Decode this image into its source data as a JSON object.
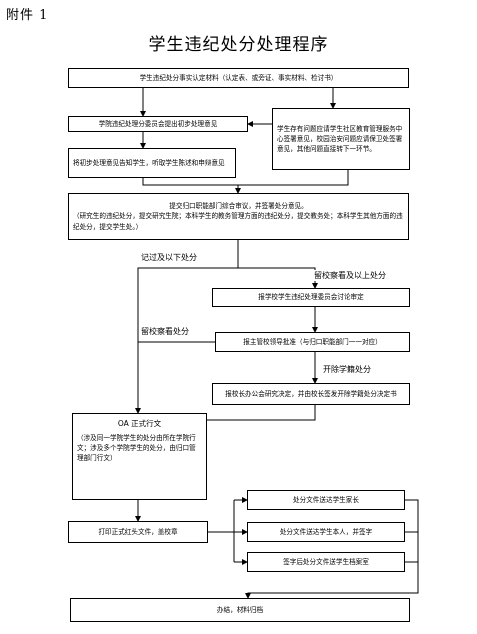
{
  "header": {
    "attachment": "附件 1",
    "title": "学生违纪处分处理程序"
  },
  "nodes": {
    "n1": "学生违纪处分事实认定材料（认定表、或旁证、事实材料、检讨书）",
    "n2": "学院违纪处理分委员会提出初步处理意见",
    "n3": "学生存有问题应请学生社区教育管理服务中心签署意见，校园治安问题应请保卫处签署意见，其他问题直接转下一环节。",
    "n4": "将初步处理意见告知学生，听取学生陈述和申辩意见",
    "n5": "提交归口职能部门综合审议，并签署处分意见。",
    "n5b": "（研究生的违纪处分，提交研究生院；本科学生的教务管理方面的违纪处分，提交教务处；本科学生其他方面的违纪处分，提交学生处。）",
    "n6": "报学校学生违纪处理委员会讨论审定",
    "n7": "报主管校领导批准（与归口职能部门一一对应）",
    "n8": "报校长办公会研究决定，并由校长签发开除学籍处分决定书",
    "n9_title": "OA 正式行文",
    "n9": "（涉及同一学院学生的处分由所在学院行文；涉及多个学院学生的处分，由归口管理部门行文）",
    "n10": "打印正式红头文件，盖校章",
    "n11": "处分文件送达学生家长",
    "n12": "处分文件送达学生本人，并签字",
    "n13": "签字后处分文件送学生档案室",
    "n14": "办结，材料归档"
  },
  "edge_labels": {
    "l1": "记过及以下处分",
    "l2": "留校察看及以上处分",
    "l3": "留校察看处分",
    "l4": "开除学籍处分"
  }
}
